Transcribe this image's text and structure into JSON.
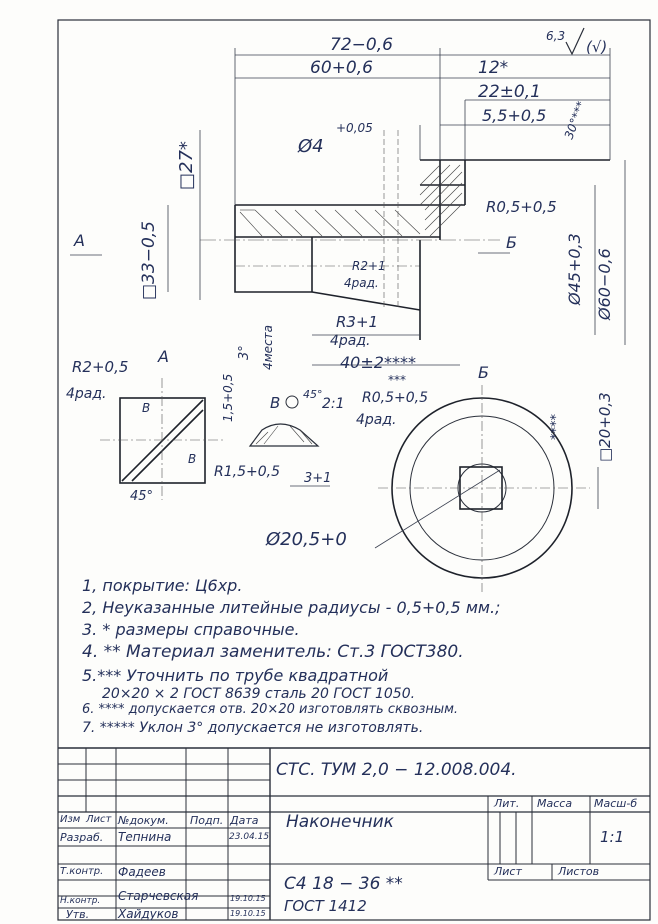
{
  "drawing": {
    "roughness": "6,3",
    "roughness_extra": "(√)",
    "dims": {
      "len_total": "72−0,6",
      "len_60": "60+0,6",
      "len_12": "12*",
      "len_22": "22±0,1",
      "len_55": "5,5+0,5",
      "dia_4": "Ø4",
      "dia_4_tol": "+0,05",
      "sq_27": "□27*",
      "sq_33": "□33−0,5",
      "r05_top": "R0,5+0,5",
      "dia_45": "Ø45+0,3",
      "dia_60": "Ø60−0,6",
      "r2_inner": "R2+1",
      "r2_inner_sub": "4рад.",
      "r3": "R3+1",
      "r3_sub": "4рад.",
      "len_40": "40±2****",
      "angle_3": "3°",
      "angle_3_note": "4места",
      "angle_30": "30°***",
      "section_a_label": "А",
      "section_b_label": "Б",
      "view_a": "А",
      "view_b": "Б",
      "r2_left": "R2+0,5",
      "r2_left_sub": "4рад.",
      "b_mark1": "В",
      "b_mark2": "В",
      "dim_15": "1,5+0,5",
      "angle_45": "45°",
      "detail_b": "В",
      "detail_angle": "45°",
      "detail_scale": "2:1",
      "r15": "R1,5+0,5",
      "dim_3": "3+1",
      "r05_b": "R0,5+0,5",
      "r05_b_stars": "***",
      "r05_b_sub": "4рад.",
      "sq_20": "□20+0,3",
      "sq_20_stars": "****",
      "dia_205": "Ø20,5+0"
    }
  },
  "notes": [
    "1, покрытие: Ц6хр.",
    "2, Неуказанные литейные радиусы - 0,5+0,5 мм.;",
    "3. * размеры справочные.",
    "4. ** Материал заменитель: Ст.3 ГОСТ380.",
    "5.*** Уточнить по трубе квадратной",
    "20×20 × 2 ГОСТ 8639 сталь 20 ГОСТ 1050.",
    "6. **** допускается отв. 20×20 изготовлять сквозным.",
    "7. ***** Уклон 3° допускается не изготовлять."
  ],
  "title_block": {
    "doc_code": "СТС. ТУМ 2,0 − 12.008.004.",
    "part_name": "Наконечник",
    "material_line1": "С4 18 − 36 **",
    "material_line2": "ГОСТ 1412",
    "col_izm": "Изм",
    "col_list": "Лист",
    "col_doc": "№докум.",
    "col_sign": "Подп.",
    "col_date": "Дата",
    "row_razrab": "Разраб.",
    "row_razrab_name": "Тепнина",
    "row_razrab_date": "23.04.15",
    "row_tkontr": "Т.контр.",
    "row_tkontr_name": "Фадеев",
    "row_nkontr": "Н.контр.",
    "row_nkontr_name": "Старчевская",
    "row_nkontr_date": "19.10.15",
    "row_utv": "Утв.",
    "row_utv_name": "Хайдуков",
    "row_utv_date": "19.10.15",
    "lit": "Лит.",
    "massa": "Масса",
    "masshtab": "Масш-б",
    "scale": "1:1",
    "list": "Лист",
    "listov": "Листов"
  }
}
